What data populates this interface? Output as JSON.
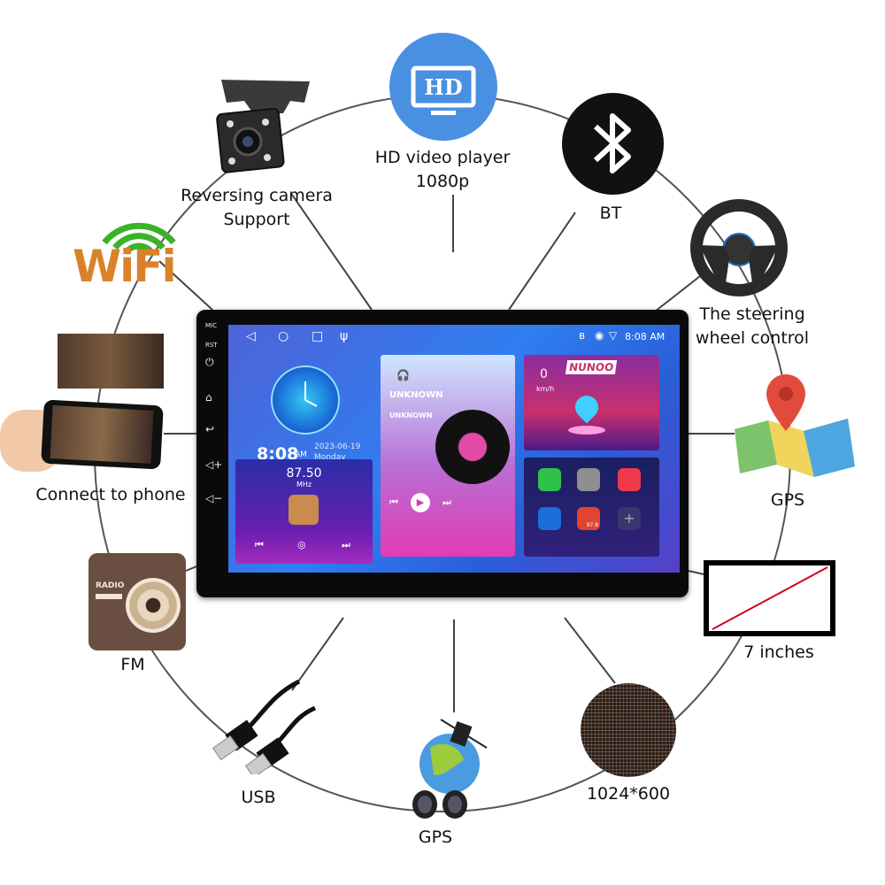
{
  "features": {
    "hd_video": {
      "line1": "HD video player",
      "line2": "1080p",
      "icon_text": "HD"
    },
    "camera": {
      "line1": "Reversing camera",
      "line2": "Support"
    },
    "bt": {
      "label": "BT"
    },
    "steering": {
      "line1": "The steering",
      "line2": "wheel control"
    },
    "wifi": {
      "logo_text": "WiFi"
    },
    "phone": {
      "label": "Connect to phone"
    },
    "gps_right": {
      "label": "GPS"
    },
    "size": {
      "label": "7 inches"
    },
    "fm": {
      "label": "FM",
      "radio_text": "RADIO"
    },
    "resolution": {
      "label": "1024*600"
    },
    "gps_bottom": {
      "label": "GPS"
    },
    "usb": {
      "label": "USB"
    }
  },
  "device": {
    "side_labels": {
      "mic": "MIC",
      "rst": "RST"
    },
    "status_time": "8:08 AM",
    "clock_time": "8:08",
    "clock_ampm": "AM",
    "date": "2023-06-19",
    "weekday": "Monday",
    "radio_freq": "87.50",
    "radio_unit": "MHz",
    "music_title": "UNKNOWN",
    "music_artist": "UNKNOWN",
    "speed_value": "0",
    "speed_unit": "km/h",
    "nav_brand": "NUNOO",
    "app_radio_freq": "97.8"
  },
  "colors": {
    "ring": "#555555",
    "hd_circle": "#4a90e2",
    "size_diagonal": "#d0021b"
  },
  "icons": [
    "hd-monitor-icon",
    "reversing-camera-icon",
    "bluetooth-icon",
    "steering-wheel-icon",
    "wifi-icon",
    "phone-icon",
    "gps-pin-icon",
    "screen-size-icon",
    "radio-icon",
    "pixel-grid-icon",
    "gps-satellite-icon",
    "usb-cable-icon"
  ]
}
